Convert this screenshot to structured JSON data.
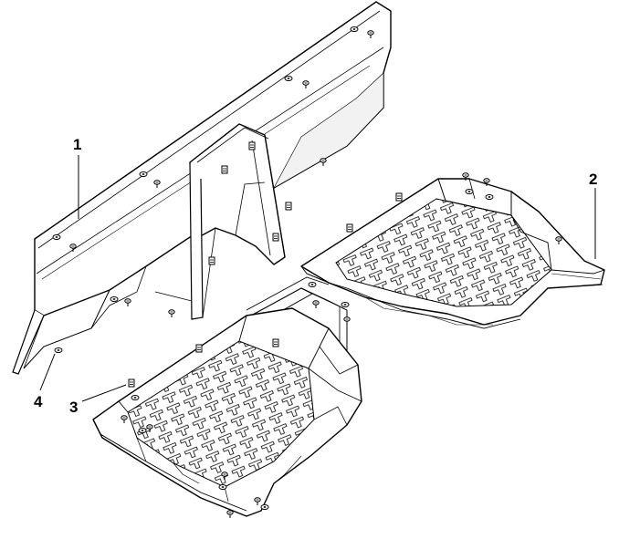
{
  "callouts": [
    {
      "id": "callout-1",
      "label": "1"
    },
    {
      "id": "callout-2",
      "label": "2"
    },
    {
      "id": "callout-3",
      "label": "3"
    },
    {
      "id": "callout-4",
      "label": "4"
    }
  ],
  "colors": {
    "line": "#000000",
    "fill": "#ffffff",
    "shade": "#e6e6e6"
  }
}
